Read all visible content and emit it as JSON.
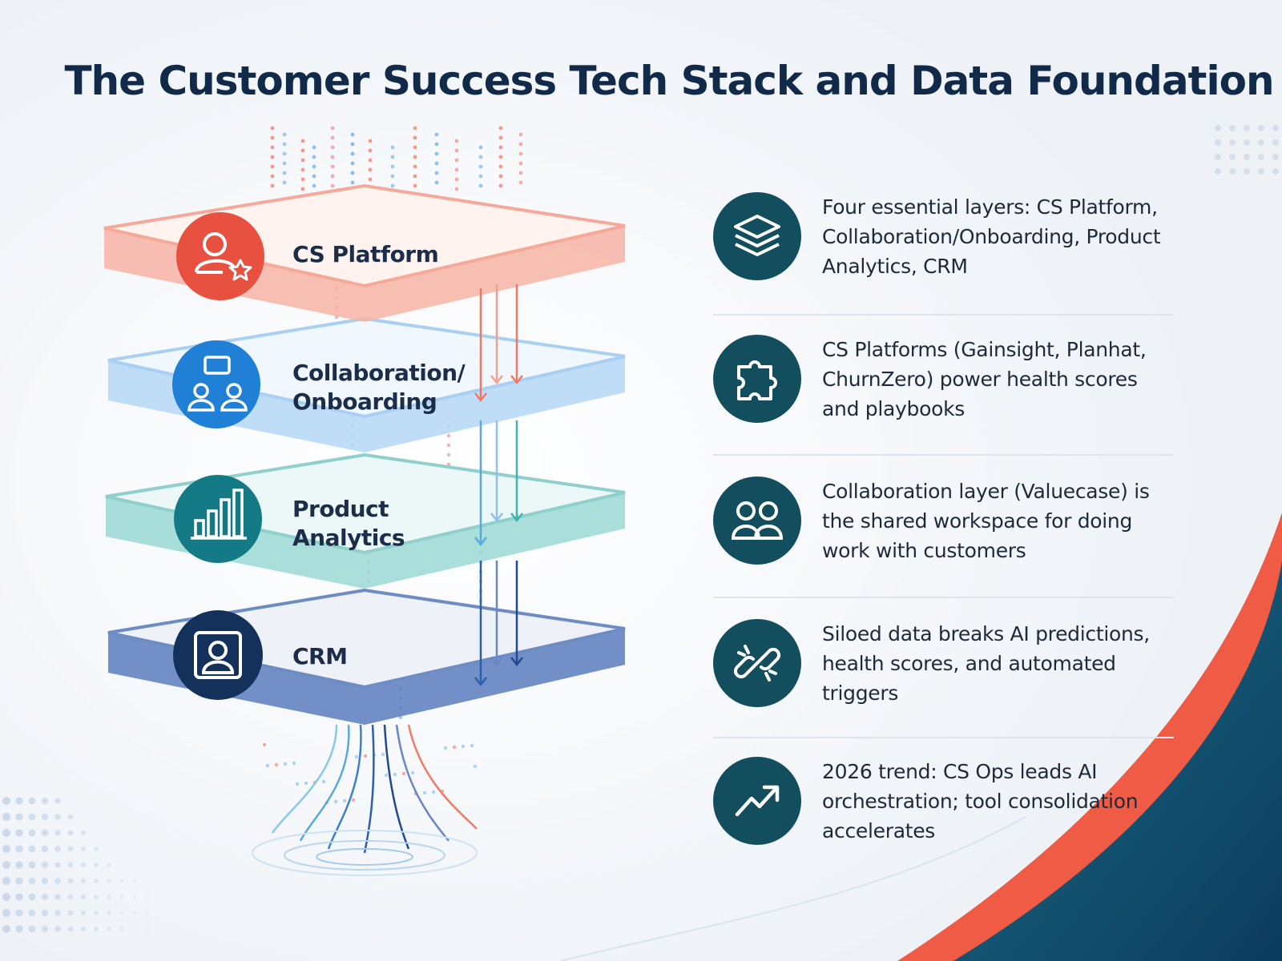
{
  "title": "The Customer Success Tech Stack and Data Foundation",
  "layers": [
    {
      "label_lines": [
        "CS Platform"
      ],
      "icon": "user-star-icon",
      "color": "#e8503f"
    },
    {
      "label_lines": [
        "Collaboration/",
        "Onboarding"
      ],
      "icon": "chat-users-icon",
      "color": "#1f80d6"
    },
    {
      "label_lines": [
        "Product",
        "Analytics"
      ],
      "icon": "bar-chart-icon",
      "color": "#137a86"
    },
    {
      "label_lines": [
        "CRM"
      ],
      "icon": "contact-card-icon",
      "color": "#14315c"
    }
  ],
  "points": [
    {
      "icon": "layers-icon",
      "text": "Four essential layers: CS Platform, Collaboration/Onboarding, Product Analytics, CRM"
    },
    {
      "icon": "puzzle-icon",
      "text": "CS Platforms (Gainsight, Planhat, ChurnZero) power health scores and playbooks"
    },
    {
      "icon": "users-icon",
      "text": "Collaboration layer (Valuecase) is the shared workspace for doing work with customers"
    },
    {
      "icon": "broken-link-icon",
      "text": "Siloed data breaks AI predictions, health scores, and automated triggers"
    },
    {
      "icon": "trend-up-icon",
      "text": "2026 trend: CS Ops leads AI orchestration; tool consolidation accelerates"
    }
  ],
  "colors": {
    "accent_teal": "#124e5d",
    "accent_red": "#ef5b45",
    "title": "#122a4a"
  }
}
